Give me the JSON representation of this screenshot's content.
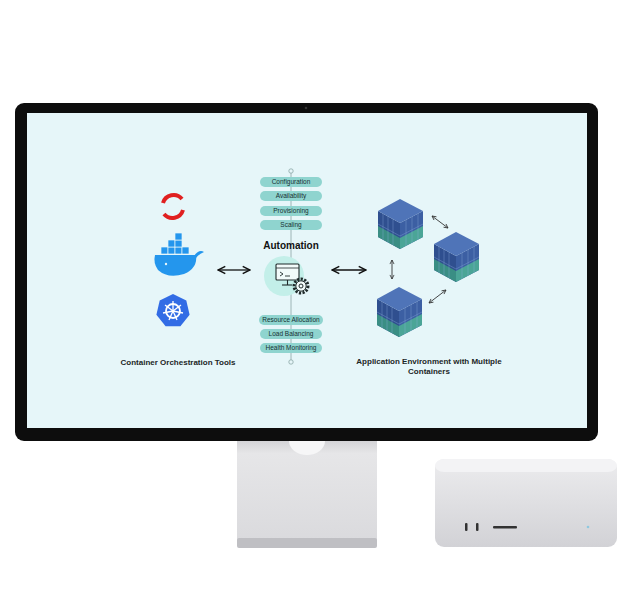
{
  "diagram": {
    "nodes": [
      {
        "text": [
          "Container Orchestration Tools"
        ]
      },
      {
        "text": [
          "Configuration"
        ]
      },
      {
        "text": [
          "Availability"
        ]
      },
      {
        "text": [
          "Provisioning"
        ]
      },
      {
        "text": [
          "Scaling"
        ]
      },
      {
        "text": [
          "Automation"
        ]
      },
      {
        "text": [
          "Resource Allocation"
        ]
      },
      {
        "text": [
          "Load Balancing"
        ]
      },
      {
        "text": [
          "Health Monitoring"
        ]
      },
      {
        "text": [
          "Application Environment with Multiple Containers"
        ]
      }
    ],
    "edges": [
      {
        "from": 0,
        "to": 5,
        "arrow": "both"
      },
      {
        "from": 5,
        "to": 9,
        "arrow": "both"
      }
    ]
  }
}
